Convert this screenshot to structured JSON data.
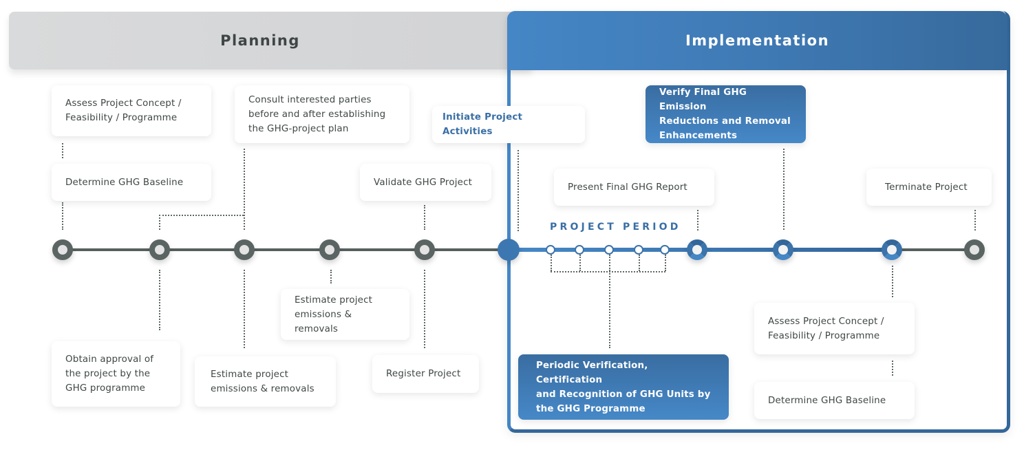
{
  "phases": {
    "planning": "Planning",
    "implementation": "Implementation"
  },
  "project_period_label": "PROJECT PERIOD",
  "planning_steps": {
    "assess_concept": "Assess Project Concept /\nFeasibility / Programme",
    "determine_baseline": "Determine GHG Baseline",
    "consult_parties": "Consult interested parties\nbefore and after establishing\nthe GHG-project plan",
    "initiate_activities": "Initiate Project Activities",
    "validate_project": "Validate GHG Project",
    "estimate_emissions_upper": "Estimate project\nemissions & removals",
    "obtain_approval": "Obtain approval of\nthe project by the\nGHG programme",
    "estimate_emissions_lower": "Estimate project\nemissions & removals",
    "register_project": "Register Project"
  },
  "implementation_steps": {
    "verify_final": "Verify Final GHG Emission\nReductions and Removal\nEnhancements",
    "present_report": "Present Final GHG Report",
    "terminate_project": "Terminate Project",
    "periodic_verification": "Periodic Verification, Certification\nand Recognition of GHG Units by\nthe GHG Programme",
    "assess_concept_again": "Assess Project Concept /\nFeasibility / Programme",
    "determine_baseline_again": "Determine GHG Baseline"
  },
  "colors": {
    "planning_grey": "#5a6462",
    "implementation_blue": "#3b73ab",
    "header_grey": "#d5d6d8",
    "header_blue": "#4586c6"
  }
}
